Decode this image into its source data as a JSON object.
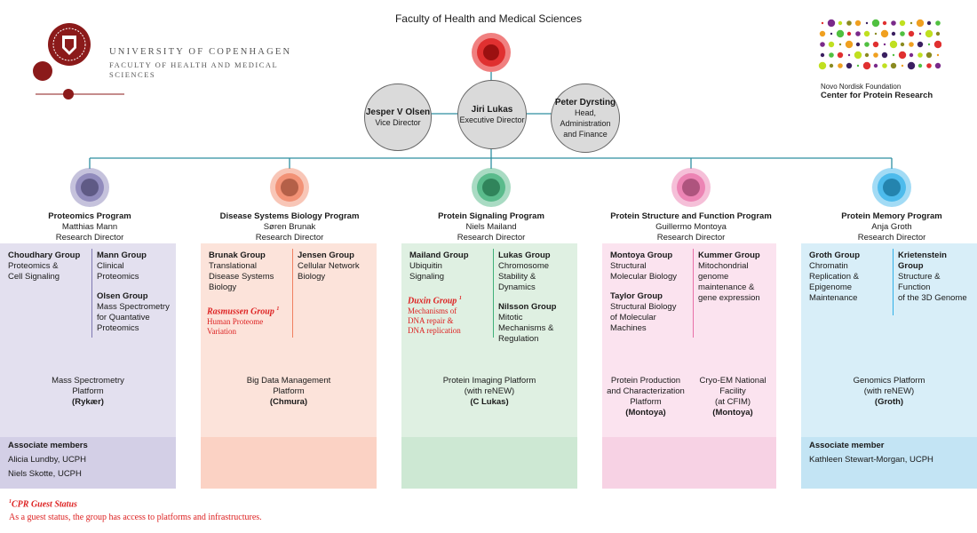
{
  "header": {
    "faculty_title": "Faculty of Health and Medical Sciences",
    "university_name": "UNIVERSITY OF COPENHAGEN",
    "university_sub": "FACULTY OF HEALTH AND MEDICAL SCIENCES",
    "cpr_line1": "Novo Nordisk Foundation",
    "cpr_line2": "Center for Protein Research"
  },
  "leadership": {
    "executive": {
      "name": "Jiri Lukas",
      "title": "Executive Director"
    },
    "vice": {
      "name": "Jesper V Olsen",
      "title": "Vice Director"
    },
    "head": {
      "name": "Peter Dyrsting",
      "title_lines": [
        "Head,",
        "Administration",
        "and Finance"
      ]
    }
  },
  "programs": [
    {
      "name": "Proteomics Program",
      "leader": "Matthias Mann",
      "role": "Research Director",
      "color": "#7f78b2",
      "panel_color": "#e3e0ef",
      "assoc_color": "#d3cfe6",
      "groups_left": [
        {
          "name": "Choudhary Group",
          "desc": [
            "Proteomics &",
            "Cell Signaling"
          ]
        }
      ],
      "groups_right": [
        {
          "name": "Mann Group",
          "desc": [
            "Clinical",
            "Proteomics"
          ]
        },
        {
          "name": "Olsen Group",
          "desc": [
            "Mass Spectrometry",
            "for Quantative",
            "Proteomics"
          ]
        }
      ],
      "platform": [
        "Mass Spectrometry",
        "Platform"
      ],
      "platform_owner": "(Rykær)",
      "assoc_title": "Associate members",
      "assoc": [
        "Alicia Lundby, UCPH",
        "Niels Skotte, UCPH"
      ]
    },
    {
      "name": "Disease Systems Biology Program",
      "leader": "Søren Brunak",
      "role": "Research Director",
      "color": "#f08060",
      "panel_color": "#fce3da",
      "assoc_color": "#fbd2c4",
      "groups_left": [
        {
          "name": "Brunak Group",
          "desc": [
            "Translational",
            "Disease Systems",
            "Biology"
          ]
        }
      ],
      "guest": {
        "name": "Rasmussen Group",
        "sup": "1",
        "desc": [
          "Human Proteome",
          "Variation"
        ]
      },
      "groups_right": [
        {
          "name": "Jensen Group",
          "desc": [
            "Cellular Network",
            "Biology"
          ]
        }
      ],
      "platform": [
        "Big Data Management",
        "Platform"
      ],
      "platform_owner": "(Chmura)"
    },
    {
      "name": "Protein Signaling Program",
      "leader": "Niels Mailand",
      "role": "Research Director",
      "color": "#40b07a",
      "panel_color": "#dff0e2",
      "assoc_color": "#cde8d3",
      "groups_left": [
        {
          "name": "Mailand Group",
          "desc": [
            "Ubiquitin",
            "Signaling"
          ]
        }
      ],
      "guest": {
        "name": "Duxin Group",
        "sup": "1",
        "desc": [
          "Mechanisms of",
          "DNA repair &",
          "DNA replication"
        ]
      },
      "groups_right": [
        {
          "name": "Lukas Group",
          "desc": [
            "Chromosome",
            "Stability &",
            "Dynamics"
          ]
        },
        {
          "name": "Nilsson Group",
          "desc": [
            "Mitotic",
            "Mechanisms &",
            "Regulation"
          ]
        }
      ],
      "platform": [
        "Protein Imaging Platform",
        "(with reNEW)"
      ],
      "platform_owner": "(C Lukas)"
    },
    {
      "name": "Protein Structure and Function Program",
      "leader": "Guillermo Montoya",
      "role": "Research Director",
      "color": "#e870a8",
      "panel_color": "#fbe3ef",
      "assoc_color": "#f7d2e4",
      "groups_left": [
        {
          "name": "Montoya Group",
          "desc": [
            "Structural",
            "Molecular Biology"
          ]
        },
        {
          "name": "Taylor Group",
          "desc": [
            "Structural Biology",
            "of Molecular",
            "Machines"
          ]
        }
      ],
      "groups_right": [
        {
          "name": "Kummer Group",
          "desc": [
            "Mitochondrial",
            "genome",
            "maintenance &",
            "gene expression"
          ]
        }
      ],
      "platforms": [
        {
          "lines": [
            "Protein Production",
            "and Characterization",
            "Platform"
          ],
          "owner": "(Montoya)"
        },
        {
          "lines": [
            "Cryo-EM National",
            "Facility",
            "(at CFIM)"
          ],
          "owner": "(Montoya)"
        }
      ]
    },
    {
      "name": "Protein Memory Program",
      "leader": "Anja Groth",
      "role": "Research Director",
      "color": "#30b0e8",
      "panel_color": "#d8eef8",
      "assoc_color": "#c3e4f4",
      "groups_left": [
        {
          "name": "Groth Group",
          "desc": [
            "Chromatin",
            "Replication &",
            "Epigenome",
            "Maintenance"
          ]
        }
      ],
      "groups_right": [
        {
          "name": "Krietenstein Group",
          "desc": [
            "Structure & Function",
            "of the 3D Genome"
          ]
        }
      ],
      "platform": [
        "Genomics Platform",
        "(with reNEW)"
      ],
      "platform_owner": "(Groth)",
      "assoc_title": "Associate member",
      "assoc": [
        "Kathleen Stewart-Morgan, UCPH"
      ]
    }
  ],
  "footnote": {
    "title_sup": "1",
    "title": "CPR Guest Status",
    "text": "As a guest status, the group has access to platforms and infrastructures."
  },
  "colors": {
    "connector": "#2e8fa0",
    "leader_red": "#e03030",
    "ku_red": "#8b1a1a"
  }
}
